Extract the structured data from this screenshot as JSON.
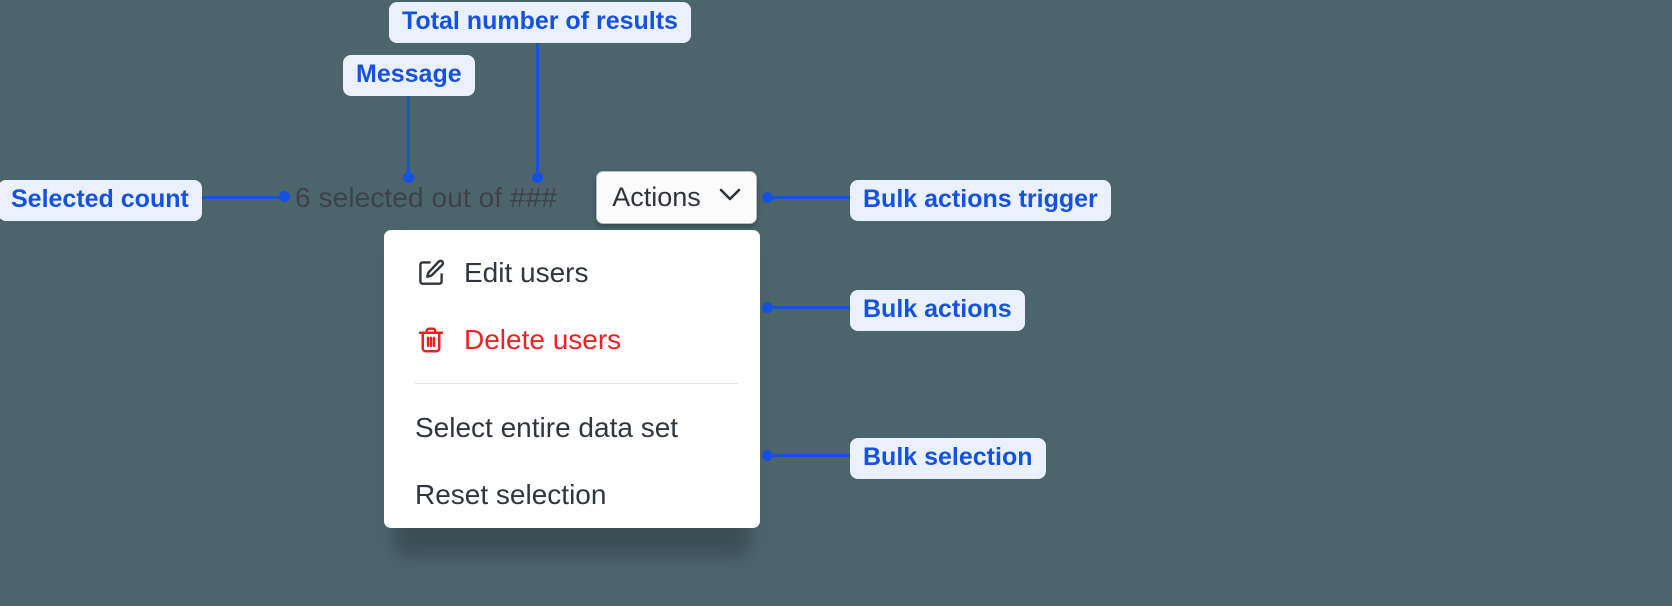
{
  "background_color": "#4c656d",
  "accent_color": "#1552e0",
  "callout_bg": "#eaf1fd",
  "danger_color": "#ee2222",
  "annotations": [
    {
      "id": "total-results",
      "label": "Total number of results"
    },
    {
      "id": "message",
      "label": "Message"
    },
    {
      "id": "selected-count",
      "label": "Selected count"
    },
    {
      "id": "bulk-trigger",
      "label": "Bulk actions trigger"
    },
    {
      "id": "bulk-actions",
      "label": "Bulk actions"
    },
    {
      "id": "bulk-selection",
      "label": "Bulk selection"
    }
  ],
  "selection_status": {
    "count": "6",
    "full_text": "6 selected out of ###",
    "total_placeholder": "###",
    "message_fragment": "selected out of"
  },
  "actions_button": {
    "label": "Actions",
    "icon": "chevron-down-icon"
  },
  "dropdown": {
    "bulk_actions": [
      {
        "label": "Edit users",
        "icon": "edit-pencil-icon",
        "tone": "default"
      },
      {
        "label": "Delete users",
        "icon": "trash-icon",
        "tone": "danger"
      }
    ],
    "bulk_selection": [
      {
        "label": "Select entire data set"
      },
      {
        "label": "Reset selection"
      }
    ]
  }
}
